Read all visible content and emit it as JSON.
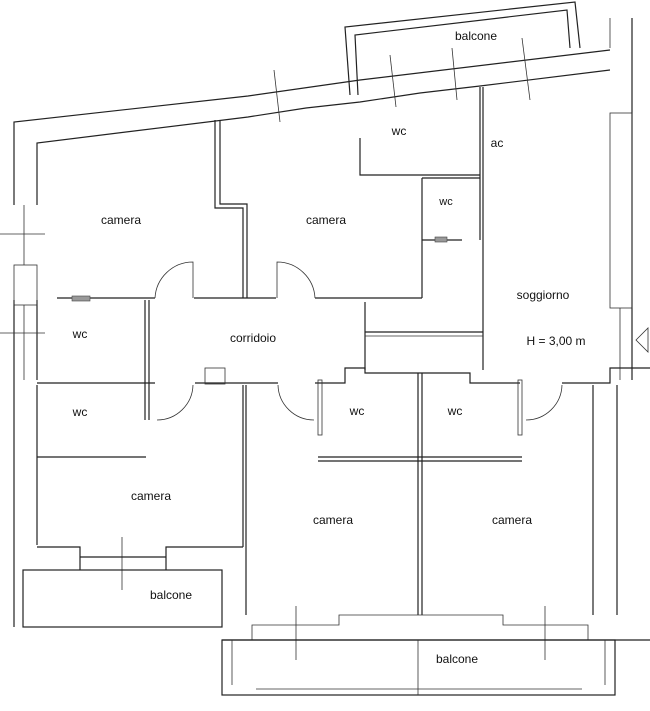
{
  "rooms": {
    "balcone_top": "balcone",
    "wc_top": "wc",
    "ac": "ac",
    "camera_top_left": "camera",
    "camera_top_mid": "camera",
    "wc_small": "wc",
    "soggiorno": "soggiorno",
    "height_note": "H = 3,00 m",
    "wc_left_upper": "wc",
    "corridoio": "corridoio",
    "wc_left_lower": "wc",
    "wc_mid": "wc",
    "wc_right": "wc",
    "camera_bottom_left": "camera",
    "camera_bottom_mid": "camera",
    "camera_bottom_right": "camera",
    "balcone_left": "balcone",
    "balcone_bottom": "balcone"
  }
}
